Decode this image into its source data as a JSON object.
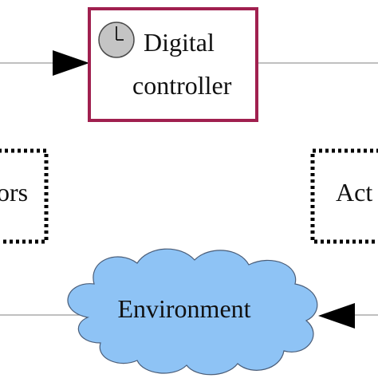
{
  "controller": {
    "line1": "Digital",
    "line2": "controller",
    "icon": "clock-icon",
    "border_color": "#a0204f"
  },
  "sensors": {
    "label": "ors"
  },
  "actuators": {
    "label": "Act"
  },
  "environment": {
    "label": "Environment",
    "fill_color": "#8ec3f5"
  }
}
